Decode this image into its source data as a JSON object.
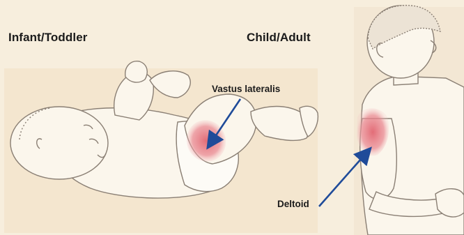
{
  "headings": {
    "left": "Infant/Toddler",
    "right": "Child/Adult"
  },
  "labels": {
    "vastus": "Vastus lateralis",
    "deltoid": "Deltoid"
  },
  "colors": {
    "background": "#f7eedd",
    "skin": "#fbf6ec",
    "outline": "#8a7f74",
    "highlight": "#e9808a",
    "arrow": "#1f4b99"
  }
}
